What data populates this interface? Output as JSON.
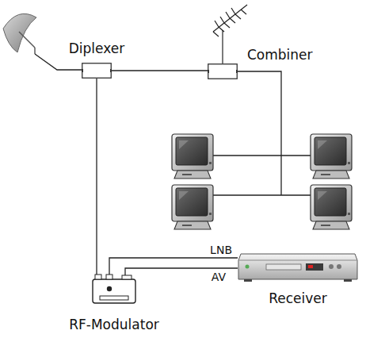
{
  "diagram": {
    "nodes": [
      {
        "text": [
          "Diplexer"
        ]
      },
      {
        "text": [
          "Combiner"
        ]
      },
      {
        "text": [
          "Receiver"
        ]
      },
      {
        "text": [
          "RF-Modulator"
        ]
      }
    ],
    "edges": [
      {
        "from": 0,
        "to": 1,
        "arrow": "none"
      },
      {
        "from": 0,
        "to": 3,
        "arrow": "none"
      },
      {
        "from": 3,
        "to": 2,
        "label": "LNB",
        "arrow": "none"
      },
      {
        "from": 3,
        "to": 2,
        "label": "AV",
        "arrow": "none"
      }
    ]
  }
}
